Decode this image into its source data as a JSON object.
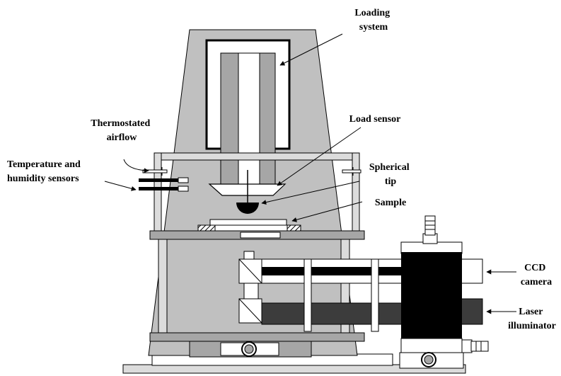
{
  "labels": {
    "loading_system": [
      "Loading",
      "system"
    ],
    "load_sensor": [
      "Load sensor"
    ],
    "thermostated_airflow": [
      "Thermostated",
      "airflow"
    ],
    "temp_humidity": [
      "Temperature and",
      "humidity sensors"
    ],
    "spherical_tip": [
      "Spherical",
      "tip"
    ],
    "sample": [
      "Sample"
    ],
    "ccd_camera": [
      "CCD",
      "camera"
    ],
    "laser_illuminator": [
      "Laser",
      "illuminator"
    ]
  },
  "colors": {
    "housing": "#c0c0c0",
    "column": "#a6a6a6",
    "camera_body": "#000000",
    "laser_beam": "#3c3c3c",
    "line": "#000000"
  }
}
